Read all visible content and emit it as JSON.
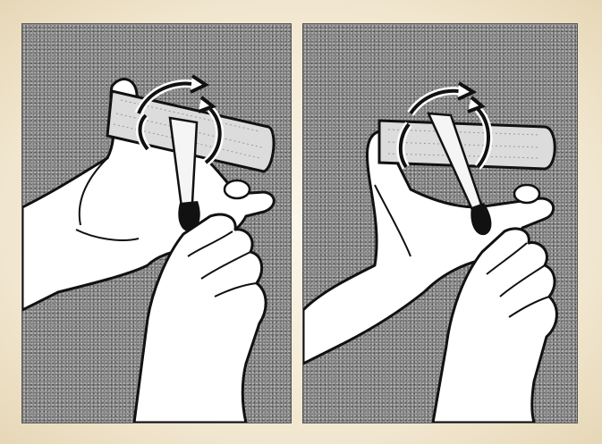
{
  "figure": {
    "panels": [
      {
        "id": "left",
        "subject": "hands-sharpening-knife-on-stone-step-1"
      },
      {
        "id": "right",
        "subject": "hands-sharpening-knife-on-stone-step-2"
      }
    ],
    "colors": {
      "paper": "#f3ead8",
      "background_stipple": "#7b7b7b",
      "skin": "#ffffff",
      "stone": "#d9d9d9",
      "ink": "#111111"
    },
    "icons": [
      "rotation-arrow-icon"
    ]
  }
}
